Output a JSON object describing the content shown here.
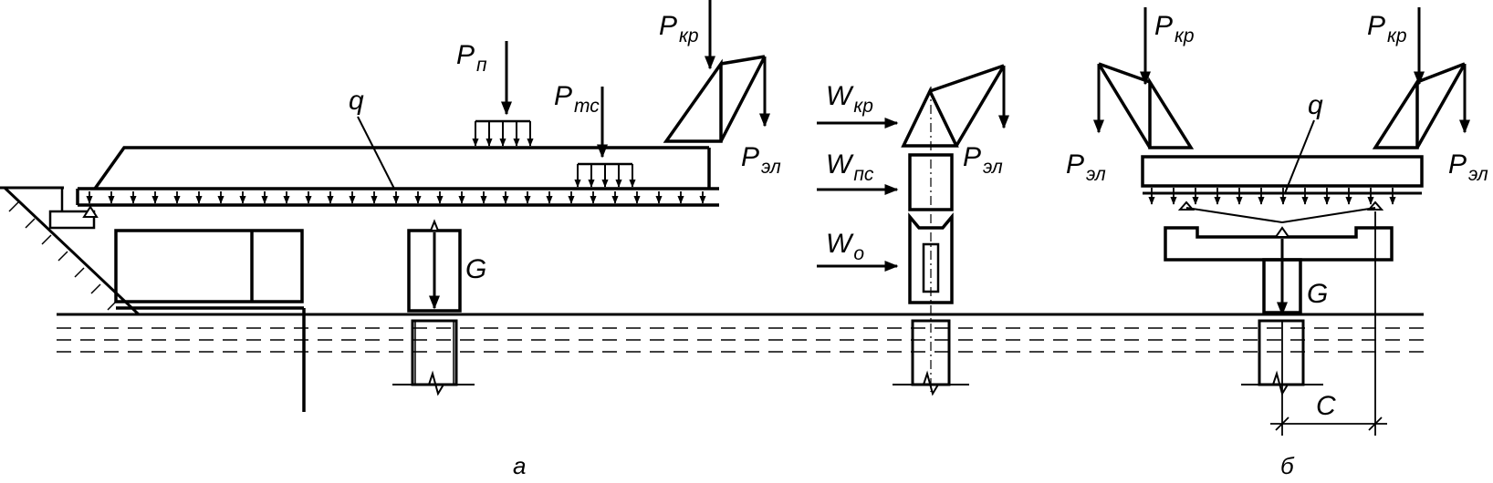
{
  "labels": {
    "P": "P",
    "W": "W",
    "sub_p": "п",
    "sub_ts": "тс",
    "sub_kr": "кр",
    "sub_el": "эл",
    "sub_ps": "пс",
    "sub_o": "о",
    "q": "q",
    "G": "G",
    "C": "C",
    "caption_a": "а",
    "caption_b": "б"
  }
}
